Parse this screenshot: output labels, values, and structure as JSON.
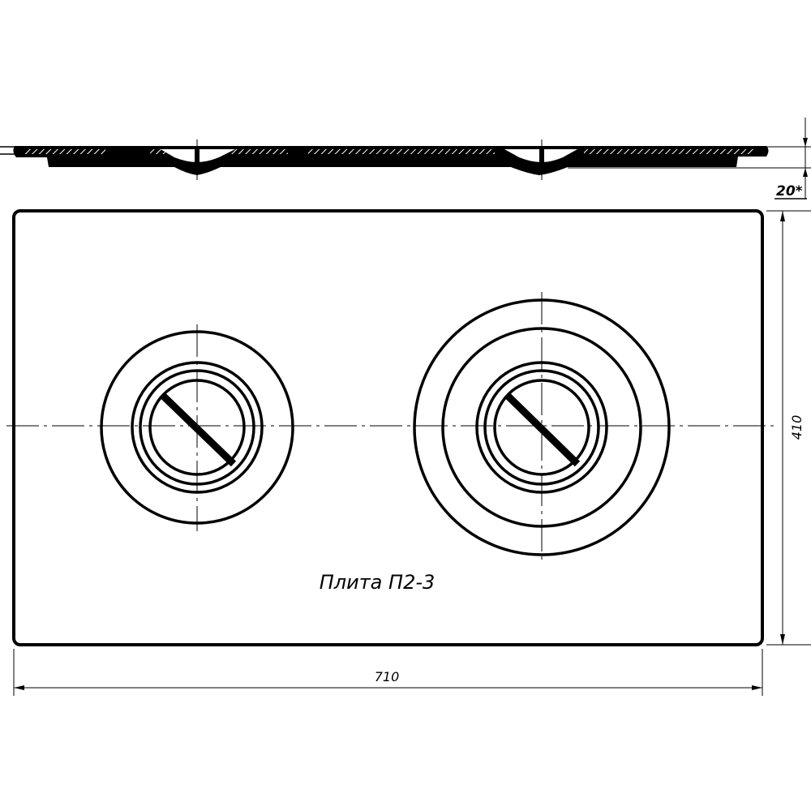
{
  "title_label": "Плита П2-3",
  "dimensions": {
    "width": "710",
    "height": "410",
    "thickness": "20*"
  },
  "colors": {
    "ink": "#000000",
    "background": "#ffffff"
  }
}
